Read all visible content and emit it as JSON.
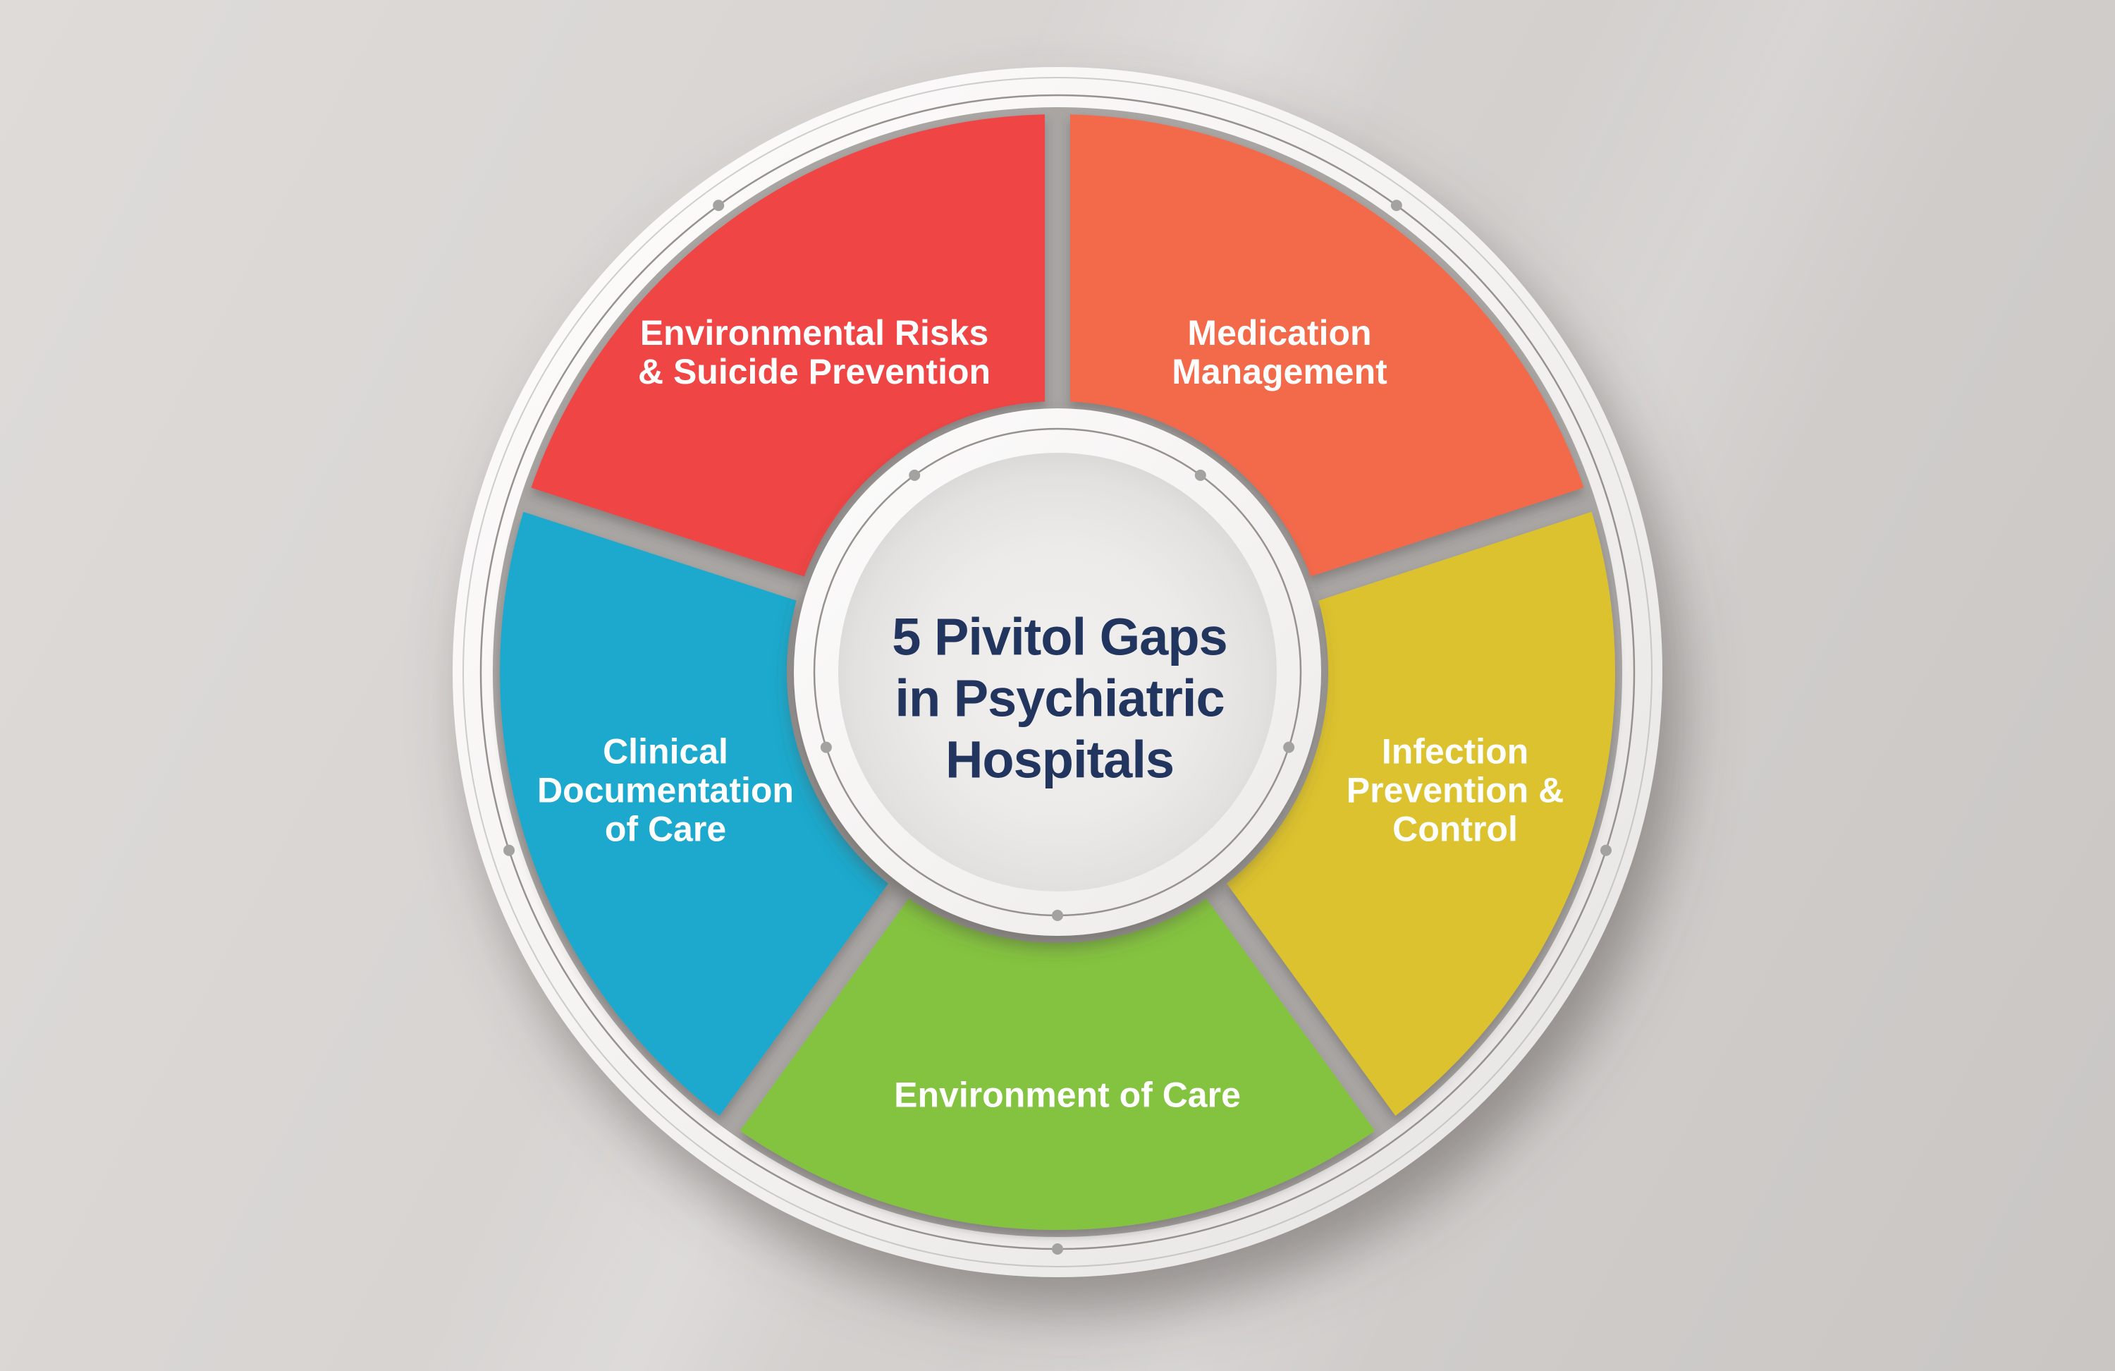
{
  "infographic": {
    "title": {
      "full_text": "5 Pivitol Gaps in Psychiatric Hospitals",
      "lines": [
        "5 Pivitol Gaps",
        "in Psychiatric",
        "Hospitals"
      ],
      "color": "#21355e"
    },
    "segments": [
      {
        "name": "environmental-risks-suicide-prevention",
        "label": "Environmental Risks & Suicide Prevention",
        "lines": [
          "Environmental Risks",
          "& Suicide Prevention"
        ],
        "color": "#ef4545",
        "center_angle_deg": 126
      },
      {
        "name": "medication-management",
        "label": "Medication Management",
        "lines": [
          "Medication",
          "Management"
        ],
        "color": "#f36a4c",
        "center_angle_deg": 54
      },
      {
        "name": "infection-prevention-control",
        "label": "Infection Prevention & Control",
        "lines": [
          "Infection",
          "Prevention &",
          "Control"
        ],
        "color": "#dcc22d",
        "center_angle_deg": 342
      },
      {
        "name": "environment-of-care",
        "label": "Environment of Care",
        "lines": [
          "Environment of Care"
        ],
        "color": "#84c341",
        "center_angle_deg": 270
      },
      {
        "name": "clinical-documentation-of-care",
        "label": "Clinical Documentation of Care",
        "lines": [
          "Clinical",
          "Documentation",
          "of Care"
        ],
        "color": "#1ca9cd",
        "center_angle_deg": 198
      }
    ],
    "style": {
      "background_gray": "#d5d2d0",
      "wheel_white": "#f7f5f4",
      "ring_line_gray": "#96928e",
      "dot_gray": "#a4a2a0",
      "gap_gray": "#a8a5a3",
      "label_text_color": "#ffffff"
    }
  }
}
